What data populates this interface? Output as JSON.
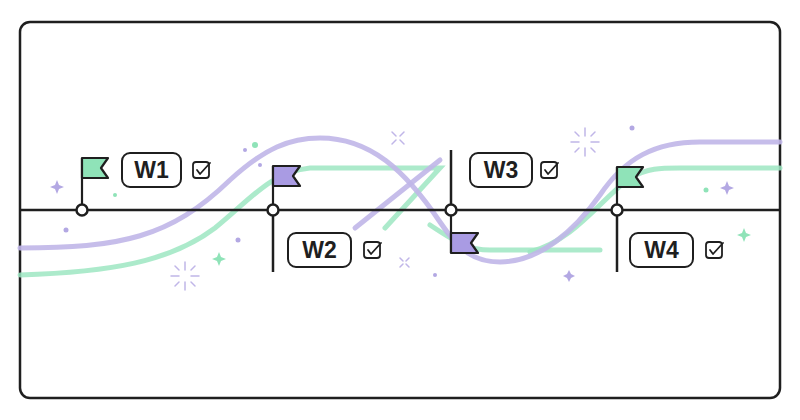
{
  "diagram": {
    "nodes": [
      {
        "text": [
          "W1"
        ]
      },
      {
        "text": [
          "W2"
        ]
      },
      {
        "text": [
          "W3"
        ]
      },
      {
        "text": [
          "W4"
        ]
      }
    ]
  }
}
